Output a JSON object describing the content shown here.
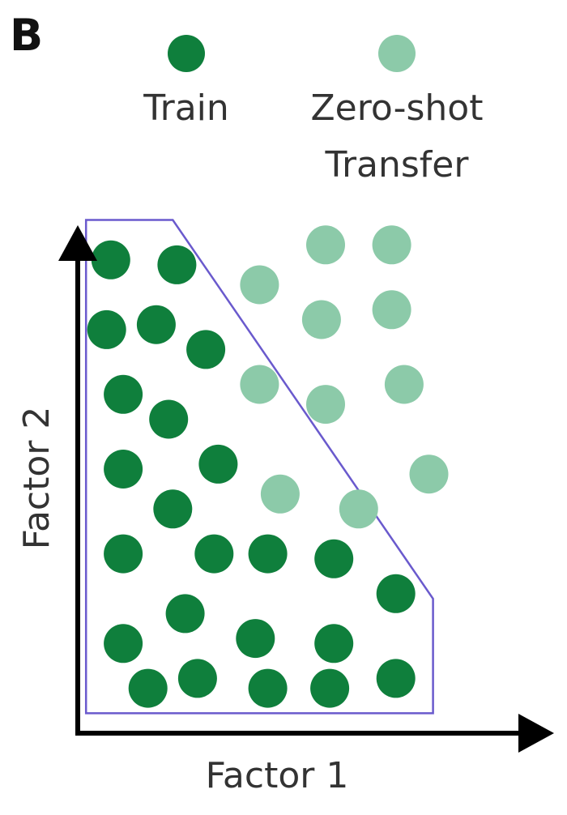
{
  "panel_label": "B",
  "legend": [
    {
      "label_lines": [
        "Train"
      ],
      "color": "#0f7f3c"
    },
    {
      "label_lines": [
        "Zero-shot",
        "Transfer"
      ],
      "color": "#8ccaa9"
    }
  ],
  "axes": {
    "x_label": "Factor 1",
    "y_label": "Factor 2"
  },
  "colors": {
    "train": "#0f7f3c",
    "transfer": "#8ccaa9",
    "boundary": "#6a5acd",
    "axis": "#000000"
  },
  "chart_data": {
    "type": "scatter",
    "xlabel": "Factor 1",
    "ylabel": "Factor 2",
    "xlim": [
      0,
      10
    ],
    "ylim": [
      0,
      10
    ],
    "grid": false,
    "legend_position": "top",
    "series": [
      {
        "name": "Train",
        "points": [
          [
            0.8,
            9.5
          ],
          [
            2.4,
            9.4
          ],
          [
            0.7,
            8.1
          ],
          [
            1.9,
            8.2
          ],
          [
            3.1,
            7.7
          ],
          [
            1.1,
            6.8
          ],
          [
            2.2,
            6.3
          ],
          [
            1.1,
            5.3
          ],
          [
            3.4,
            5.4
          ],
          [
            2.3,
            4.5
          ],
          [
            1.1,
            3.6
          ],
          [
            3.3,
            3.6
          ],
          [
            4.6,
            3.6
          ],
          [
            6.2,
            3.5
          ],
          [
            2.6,
            2.4
          ],
          [
            1.1,
            1.8
          ],
          [
            4.3,
            1.9
          ],
          [
            6.2,
            1.8
          ],
          [
            7.7,
            2.8
          ],
          [
            1.7,
            0.9
          ],
          [
            2.9,
            1.1
          ],
          [
            4.6,
            0.9
          ],
          [
            6.1,
            0.9
          ],
          [
            7.7,
            1.1
          ]
        ]
      },
      {
        "name": "Zero-shot Transfer",
        "points": [
          [
            6.0,
            9.8
          ],
          [
            7.6,
            9.8
          ],
          [
            4.4,
            9.0
          ],
          [
            5.9,
            8.3
          ],
          [
            7.6,
            8.5
          ],
          [
            4.4,
            7.0
          ],
          [
            6.0,
            6.6
          ],
          [
            7.9,
            7.0
          ],
          [
            4.9,
            4.8
          ],
          [
            6.8,
            4.5
          ],
          [
            8.5,
            5.2
          ]
        ]
      }
    ],
    "boundary_polygon": [
      [
        0.2,
        10.3
      ],
      [
        2.3,
        10.3
      ],
      [
        8.6,
        2.7
      ],
      [
        8.6,
        0.4
      ],
      [
        0.2,
        0.4
      ]
    ]
  }
}
